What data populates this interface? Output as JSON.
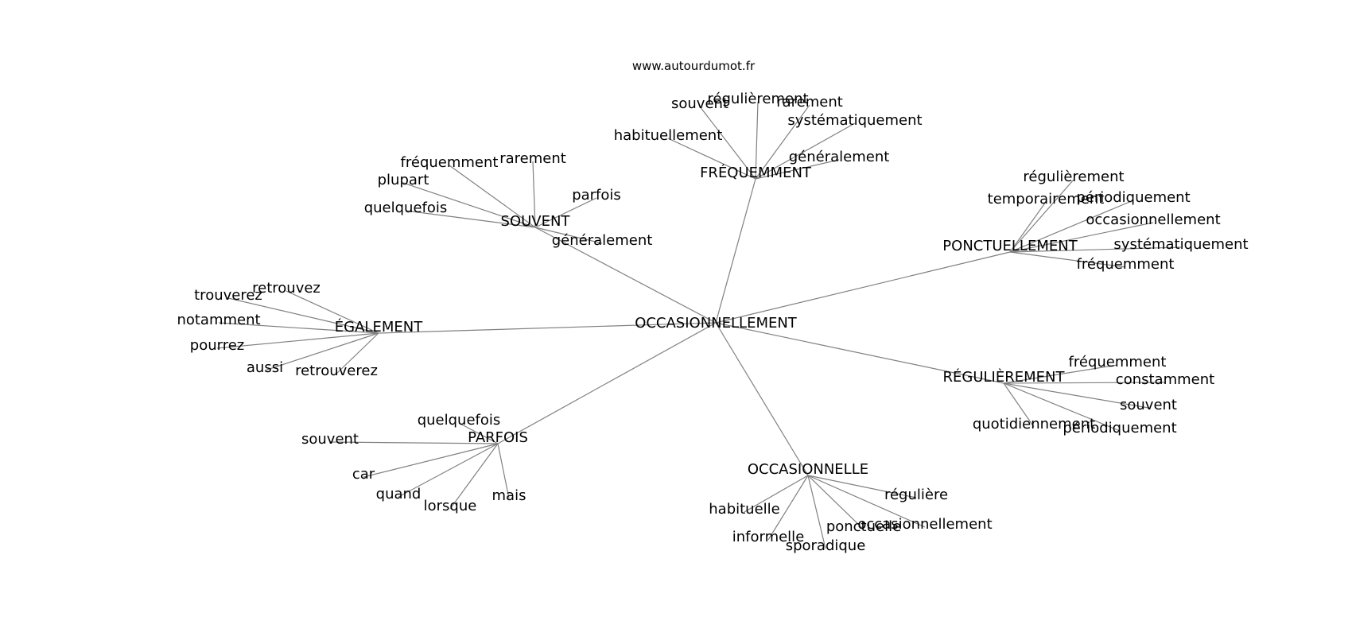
{
  "credit": "www.autourdumot.fr",
  "center": {
    "label": "OCCASIONNELLEMENT"
  },
  "clusters": [
    {
      "label": "FRÉQUEMMENT",
      "words": [
        "souvent",
        "régulièrement",
        "rarement",
        "systématiquement",
        "habituellement",
        "généralement"
      ]
    },
    {
      "label": "SOUVENT",
      "words": [
        "fréquemment",
        "rarement",
        "plupart",
        "parfois",
        "quelquefois",
        "généralement"
      ]
    },
    {
      "label": "PONCTUELLEMENT",
      "words": [
        "régulièrement",
        "temporairement",
        "périodiquement",
        "occasionnellement",
        "systématiquement",
        "fréquemment"
      ]
    },
    {
      "label": "ÉGALEMENT",
      "words": [
        "retrouvez",
        "trouverez",
        "notamment",
        "pourrez",
        "aussi",
        "retrouverez"
      ]
    },
    {
      "label": "RÉGULIÈREMENT",
      "words": [
        "fréquemment",
        "constamment",
        "souvent",
        "quotidiennement",
        "périodiquement"
      ]
    },
    {
      "label": "PARFOIS",
      "words": [
        "quelquefois",
        "souvent",
        "car",
        "quand",
        "lorsque",
        "mais"
      ]
    },
    {
      "label": "OCCASIONNELLE",
      "words": [
        "régulière",
        "habituelle",
        "occasionnellement",
        "ponctuelle",
        "informelle",
        "sporadique"
      ]
    }
  ]
}
